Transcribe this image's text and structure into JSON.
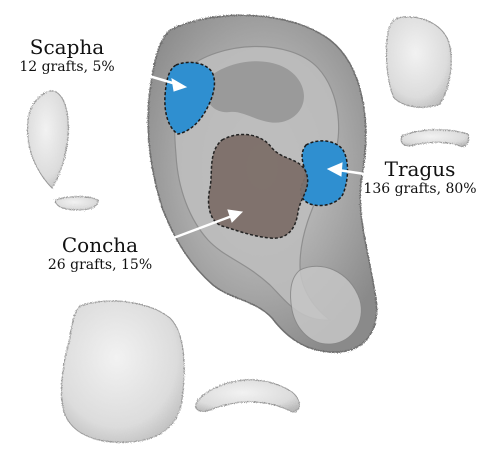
{
  "regions": [
    {
      "id": "scapha",
      "name": "Scapha",
      "detail": "12 grafts, 5%",
      "color": "#2f8fd0"
    },
    {
      "id": "tragus",
      "name": "Tragus",
      "detail": "136 grafts, 80%",
      "color": "#2f8fd0"
    },
    {
      "id": "concha",
      "name": "Concha",
      "detail": "26 grafts, 15%",
      "color": "#7d6f69"
    }
  ]
}
